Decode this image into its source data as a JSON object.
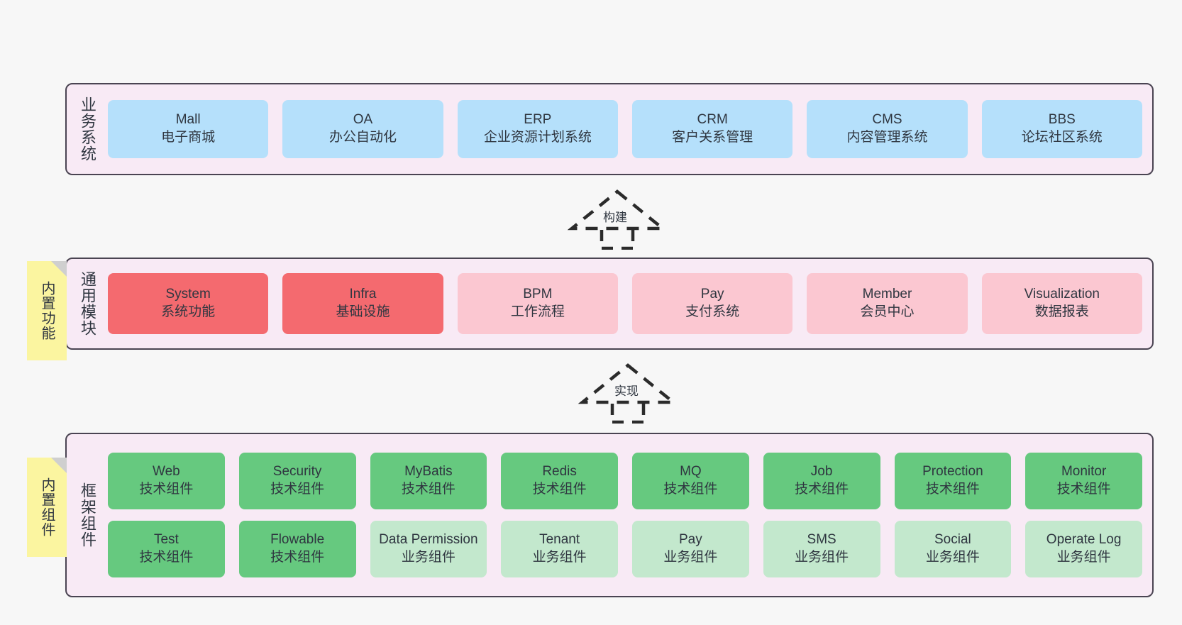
{
  "diagram": {
    "background": "#f7f7f7",
    "layer_fill": "#f8eaf5",
    "layer_border": "#4a4452",
    "note_fill": "#fbf5a0"
  },
  "layers": [
    {
      "key": "business",
      "title": "业务系统",
      "rows": [
        {
          "cards": [
            {
              "l1": "Mall",
              "l2": "电子商城",
              "color": "#b5e0fb"
            },
            {
              "l1": "OA",
              "l2": "办公自动化",
              "color": "#b5e0fb"
            },
            {
              "l1": "ERP",
              "l2": "企业资源计划系统",
              "color": "#b5e0fb"
            },
            {
              "l1": "CRM",
              "l2": "客户关系管理",
              "color": "#b5e0fb"
            },
            {
              "l1": "CMS",
              "l2": "内容管理系统",
              "color": "#b5e0fb"
            },
            {
              "l1": "BBS",
              "l2": "论坛社区系统",
              "color": "#b5e0fb"
            }
          ]
        }
      ]
    },
    {
      "key": "modules",
      "title": "通用模块",
      "note": "内置功能",
      "rows": [
        {
          "cards": [
            {
              "l1": "System",
              "l2": "系统功能",
              "color": "#f46a6f"
            },
            {
              "l1": "Infra",
              "l2": "基础设施",
              "color": "#f46a6f"
            },
            {
              "l1": "BPM",
              "l2": "工作流程",
              "color": "#fbc7d1"
            },
            {
              "l1": "Pay",
              "l2": "支付系统",
              "color": "#fbc7d1"
            },
            {
              "l1": "Member",
              "l2": "会员中心",
              "color": "#fbc7d1"
            },
            {
              "l1": "Visualization",
              "l2": "数据报表",
              "color": "#fbc7d1"
            }
          ]
        }
      ]
    },
    {
      "key": "framework",
      "title": "框架组件",
      "note": "内置组件",
      "rows": [
        {
          "cards": [
            {
              "l1": "Web",
              "l2": "技术组件",
              "color": "#66c97f"
            },
            {
              "l1": "Security",
              "l2": "技术组件",
              "color": "#66c97f"
            },
            {
              "l1": "MyBatis",
              "l2": "技术组件",
              "color": "#66c97f"
            },
            {
              "l1": "Redis",
              "l2": "技术组件",
              "color": "#66c97f"
            },
            {
              "l1": "MQ",
              "l2": "技术组件",
              "color": "#66c97f"
            },
            {
              "l1": "Job",
              "l2": "技术组件",
              "color": "#66c97f"
            },
            {
              "l1": "Protection",
              "l2": "技术组件",
              "color": "#66c97f"
            },
            {
              "l1": "Monitor",
              "l2": "技术组件",
              "color": "#66c97f"
            }
          ]
        },
        {
          "cards": [
            {
              "l1": "Test",
              "l2": "技术组件",
              "color": "#66c97f"
            },
            {
              "l1": "Flowable",
              "l2": "技术组件",
              "color": "#66c97f"
            },
            {
              "l1": "Data Permission",
              "l2": "业务组件",
              "color": "#c3e8cd"
            },
            {
              "l1": "Tenant",
              "l2": "业务组件",
              "color": "#c3e8cd"
            },
            {
              "l1": "Pay",
              "l2": "业务组件",
              "color": "#c3e8cd"
            },
            {
              "l1": "SMS",
              "l2": "业务组件",
              "color": "#c3e8cd"
            },
            {
              "l1": "Social",
              "l2": "业务组件",
              "color": "#c3e8cd"
            },
            {
              "l1": "Operate Log",
              "l2": "业务组件",
              "color": "#c3e8cd"
            }
          ]
        }
      ]
    }
  ],
  "connectors": [
    {
      "key": "build",
      "label": "构建"
    },
    {
      "key": "implement",
      "label": "实现"
    }
  ]
}
